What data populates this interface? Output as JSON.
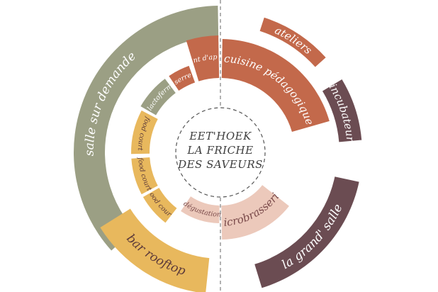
{
  "center": {
    "lines": [
      "EET'HOEK",
      "LA FRICHE",
      "DES SAVEURS"
    ]
  },
  "palette": {
    "sage": "#9b9f84",
    "terracotta": "#c3694b",
    "plum": "#6b4c52",
    "ochre": "#e8b85d",
    "blush": "#ecc9bb",
    "center_stroke": "#555555",
    "label_light": "#ffffff",
    "label_dark": "#5c3a3a",
    "label_plum": "#7a4a4a"
  },
  "segments": [
    {
      "id": "salle-sur-demande",
      "label": "salle sur demande",
      "color": "sage",
      "text": "label_light",
      "size": "lg"
    },
    {
      "id": "compost-lacto",
      "label": "compost lactofermentation",
      "color": "sage",
      "text": "label_light",
      "size": "xs"
    },
    {
      "id": "serre",
      "label": "serre",
      "color": "terracotta",
      "text": "label_light",
      "size": "xs"
    },
    {
      "id": "restaurant-app",
      "label": "restaurant d'application",
      "color": "terracotta",
      "text": "label_light",
      "size": "xs"
    },
    {
      "id": "cuisine-pedagogique",
      "label": "cuisine pédagogique",
      "color": "terracotta",
      "text": "label_light",
      "size": "md"
    },
    {
      "id": "ateliers",
      "label": "ateliers",
      "color": "terracotta",
      "text": "label_light",
      "size": "md"
    },
    {
      "id": "incubateur",
      "label": "incubateur",
      "color": "plum",
      "text": "label_light",
      "size": "md"
    },
    {
      "id": "la-grand-salle",
      "label": "la grand' salle",
      "color": "plum",
      "text": "label_light",
      "size": "lg"
    },
    {
      "id": "microbrasserie",
      "label": "microbrasserie",
      "color": "blush",
      "text": "label_plum",
      "size": "md"
    },
    {
      "id": "degustation",
      "label": "dégustation",
      "color": "blush",
      "text": "label_plum",
      "size": "xs"
    },
    {
      "id": "food-court-1",
      "label": "food court",
      "color": "ochre",
      "text": "label_dark",
      "size": "xs"
    },
    {
      "id": "food-court-2",
      "label": "food court",
      "color": "ochre",
      "text": "label_dark",
      "size": "xs"
    },
    {
      "id": "food-court-3",
      "label": "food court",
      "color": "ochre",
      "text": "label_dark",
      "size": "xs"
    },
    {
      "id": "bar-rooftop",
      "label": "bar rooftop",
      "color": "ochre",
      "text": "label_dark",
      "size": "lg"
    }
  ]
}
